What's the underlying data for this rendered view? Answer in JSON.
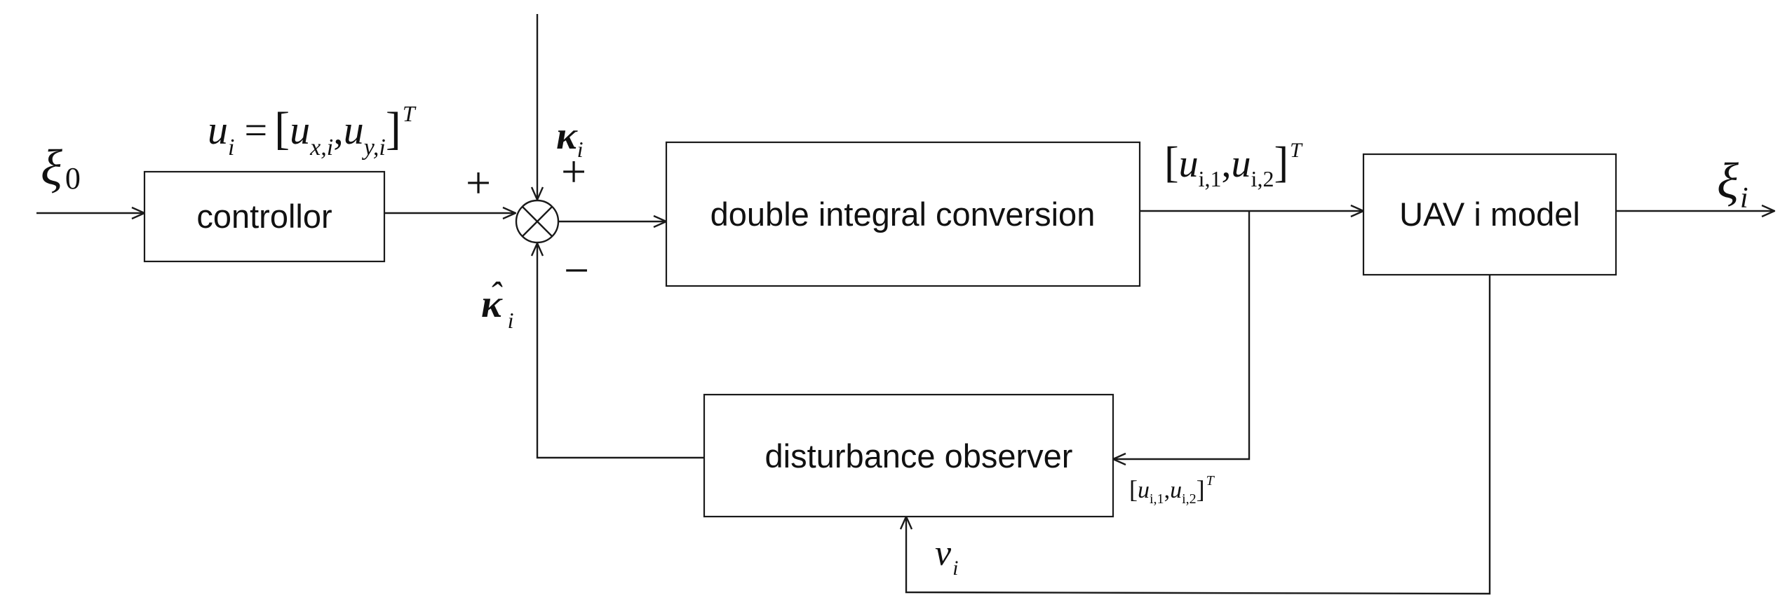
{
  "blocks": {
    "controller": "controllor",
    "conversion": "double integral conversion",
    "uav_model": "UAV i model",
    "observer": "disturbance observer"
  },
  "signals": {
    "reference": {
      "base": "ξ",
      "sub": "0"
    },
    "output": {
      "base": "ξ",
      "sub": "i"
    },
    "control": {
      "lhs": "u",
      "lhs_sub": "i",
      "eq": "=",
      "open": "[",
      "a": "u",
      "a_sub": "x,i",
      "comma": ",",
      "b": "u",
      "b_sub": "y,i",
      "close": "]",
      "sup": "T"
    },
    "disturbance": {
      "base": "κ",
      "sub": "i"
    },
    "estimate": {
      "hat": "ˆ",
      "base": "κ",
      "sub": "i"
    },
    "velocity": {
      "base": "v",
      "sub": "i"
    },
    "virtual_input": {
      "open": "[",
      "a": "u",
      "a_sub": "i,1",
      "comma": ",",
      "b": "u",
      "b_sub": "i,2",
      "close": "]",
      "sup": "T"
    },
    "virtual_input_small": {
      "open": "[",
      "a": "u",
      "a_sub": "i,1",
      "comma": ",",
      "b": "u",
      "b_sub": "i,2",
      "close": "]",
      "sup": "T"
    }
  },
  "summing_junction": {
    "left_sign": "+",
    "top_sign": "+",
    "bottom_sign": "−"
  }
}
